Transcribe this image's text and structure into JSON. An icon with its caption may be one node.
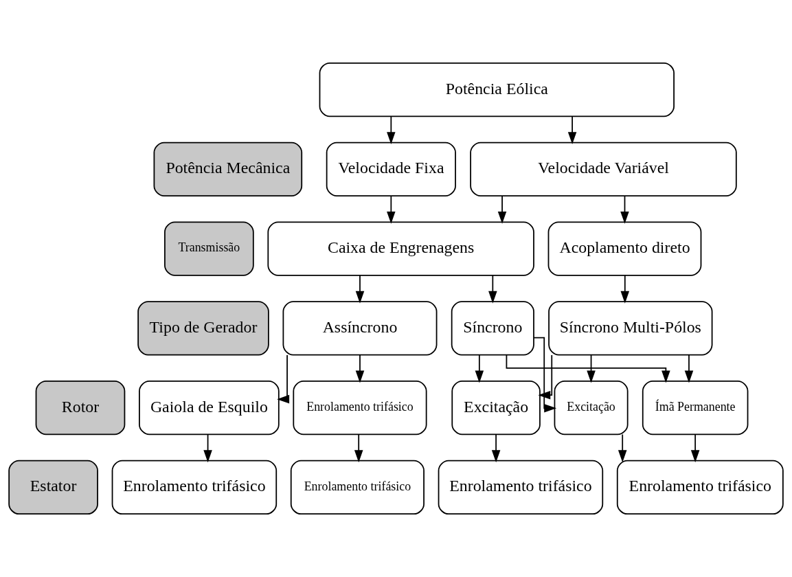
{
  "diagram": {
    "nodes": [
      {
        "text": [
          "Potência Eólica"
        ]
      },
      {
        "text": [
          "Potência Mecânica"
        ]
      },
      {
        "text": [
          "Velocidade Fixa"
        ]
      },
      {
        "text": [
          "Velocidade Variável"
        ]
      },
      {
        "text": [
          "Transmissão"
        ]
      },
      {
        "text": [
          "Caixa de Engrenagens"
        ]
      },
      {
        "text": [
          "Acoplamento direto"
        ]
      },
      {
        "text": [
          "Tipo de Gerador"
        ]
      },
      {
        "text": [
          "Assíncrono"
        ]
      },
      {
        "text": [
          "Síncrono"
        ]
      },
      {
        "text": [
          "Síncrono Multi-Pólos"
        ]
      },
      {
        "text": [
          "Rotor"
        ]
      },
      {
        "text": [
          "Gaiola de Esquilo"
        ]
      },
      {
        "text": [
          "Enrolamento trifásico"
        ]
      },
      {
        "text": [
          "Excitação"
        ]
      },
      {
        "text": [
          "Excitação"
        ]
      },
      {
        "text": [
          "Ímã Permanente"
        ]
      },
      {
        "text": [
          "Estator"
        ]
      },
      {
        "text": [
          "Enrolamento trifásico"
        ]
      },
      {
        "text": [
          "Enrolamento trifásico"
        ]
      },
      {
        "text": [
          "Enrolamento trifásico"
        ]
      },
      {
        "text": [
          "Enrolamento trifásico"
        ]
      }
    ],
    "edges": [
      {
        "from": 0,
        "to": 2,
        "arrow": "to"
      },
      {
        "from": 0,
        "to": 3,
        "arrow": "to"
      },
      {
        "from": 2,
        "to": 5,
        "arrow": "to"
      },
      {
        "from": 3,
        "to": 5,
        "arrow": "to"
      },
      {
        "from": 3,
        "to": 6,
        "arrow": "to"
      },
      {
        "from": 5,
        "to": 8,
        "arrow": "to"
      },
      {
        "from": 5,
        "to": 9,
        "arrow": "to"
      },
      {
        "from": 6,
        "to": 10,
        "arrow": "to"
      },
      {
        "from": 8,
        "to": 12,
        "arrow": "to"
      },
      {
        "from": 8,
        "to": 13,
        "arrow": "to"
      },
      {
        "from": 9,
        "to": 14,
        "arrow": "to"
      },
      {
        "from": 9,
        "to": 15,
        "arrow": "to"
      },
      {
        "from": 9,
        "to": 16,
        "arrow": "to"
      },
      {
        "from": 10,
        "to": 14,
        "arrow": "to"
      },
      {
        "from": 10,
        "to": 15,
        "arrow": "to"
      },
      {
        "from": 10,
        "to": 16,
        "arrow": "to"
      },
      {
        "from": 12,
        "to": 18,
        "arrow": "to"
      },
      {
        "from": 13,
        "to": 19,
        "arrow": "to"
      },
      {
        "from": 14,
        "to": 20,
        "arrow": "to"
      },
      {
        "from": 15,
        "to": 21,
        "arrow": "to"
      },
      {
        "from": 16,
        "to": 21,
        "arrow": "to"
      }
    ]
  }
}
